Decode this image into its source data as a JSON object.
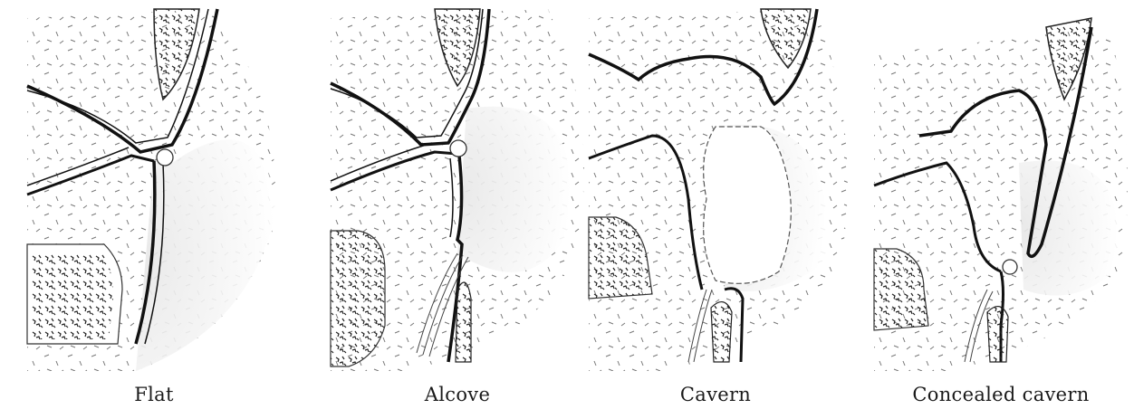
{
  "panels": [
    {
      "caption": "Flat"
    },
    {
      "caption": "Alcove"
    },
    {
      "caption": "Cavern"
    },
    {
      "caption": "Concealed cavern"
    }
  ]
}
